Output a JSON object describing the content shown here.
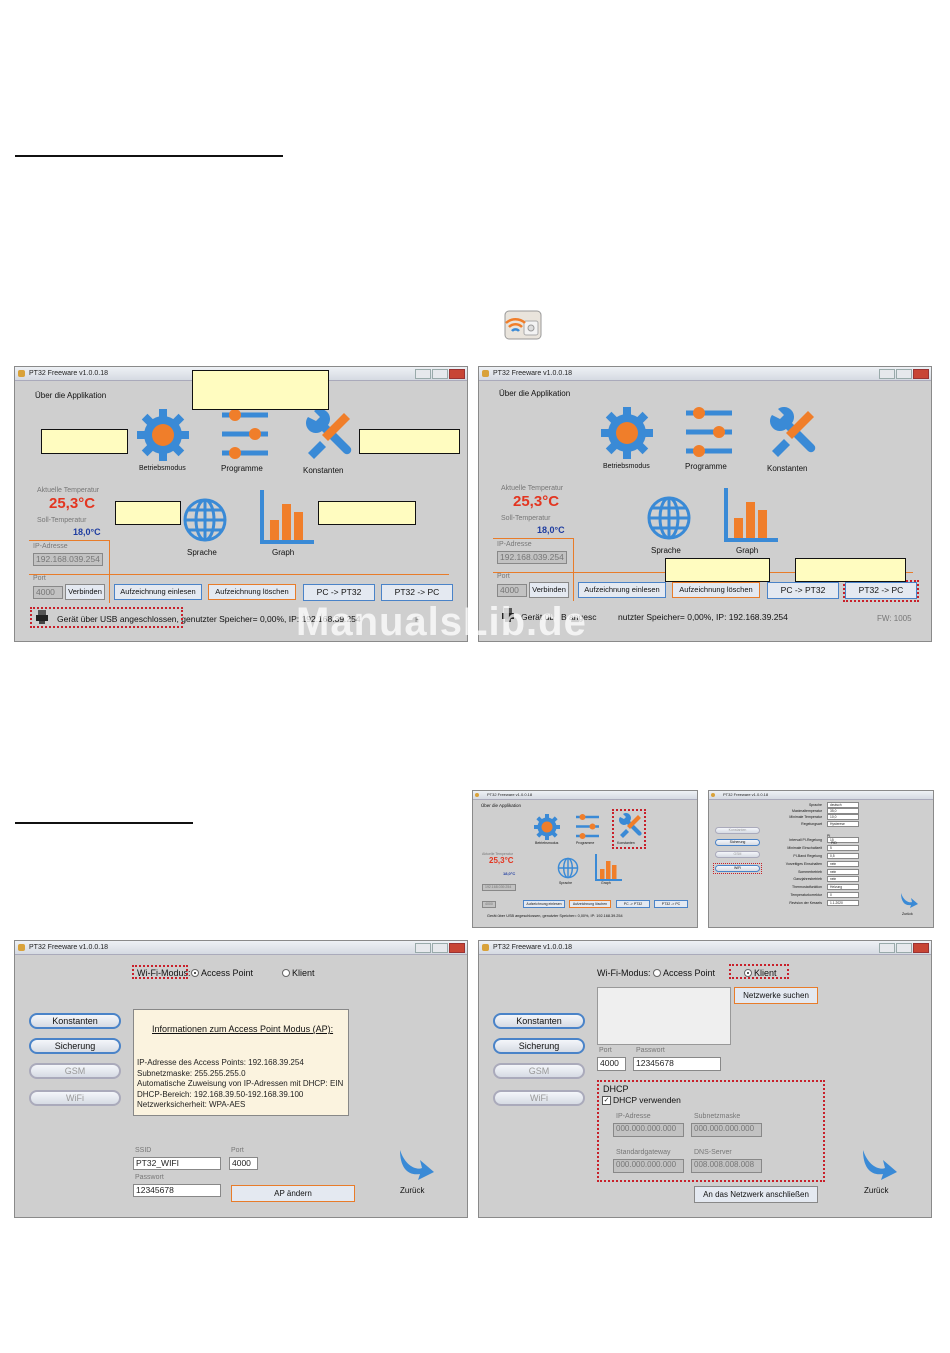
{
  "app": {
    "title": "PT32 Freeware v1.0.0.18",
    "about": "Über die Applikation",
    "icons": {
      "mode": "Betriebsmodus",
      "programs": "Programme",
      "constants": "Konstanten",
      "language": "Sprache",
      "graph": "Graph"
    },
    "actual_temp_label": "Aktuelle Temperatur",
    "actual_temp": "25,3°C",
    "set_temp_label": "Soll-Temperatur",
    "set_temp": "18,0°C",
    "ip_label": "IP-Adresse",
    "ip_value": "192.168.039.254",
    "port_label": "Port",
    "port_value": "4000",
    "connect": "Verbinden",
    "read_log": "Aufzeichnung einlesen",
    "delete_log": "Aufzeichnung löschen",
    "pc_to_pt": "PC -> PT32",
    "pt_to_pc": "PT32 -> PC",
    "status_left": "Gerät über USB angeschlossen, genutzter Speicher= 0,00%, IP: 192.168.39.254",
    "status_right_partial": "Gerät üb",
    "status_right_partial2": "B angesc",
    "status_right_rest": "nutzter Speicher= 0,00%, IP: 192.168.39.254",
    "fw": "FW: 1005",
    "fw_partial": "F"
  },
  "watermark": "ManualsLib.de",
  "wifi": {
    "mode_label": "Wi-Fi-Modus:",
    "ap": "Access Point",
    "client": "Klient",
    "nav": {
      "constants": "Konstanten",
      "backup": "Sicherung",
      "gsm": "GSM",
      "wifi": "WiFi"
    },
    "info_title": "Informationen zum Access Point Modus (AP):",
    "info_lines": [
      "IP-Adresse des Access Points: 192.168.39.254",
      "Subnetzmaske: 255.255.255.0",
      "Automatische Zuweisung von IP-Adressen mit DHCP: EIN",
      "DHCP-Bereich: 192.168.39.50-192.168.39.100",
      "Netzwerksicherheit: WPA-AES"
    ],
    "ssid_label": "SSID",
    "ssid": "PT32_WIFI",
    "port_label": "Port",
    "port": "4000",
    "password_label": "Passwort",
    "password": "12345678",
    "change_ap": "AP ändern",
    "back": "Zurück",
    "search": "Netzwerke suchen",
    "dhcp": "DHCP",
    "dhcp_use": "DHCP verwenden",
    "ip_label": "IP-Adresse",
    "mask_label": "Subnetzmaske",
    "gw_label": "Standardgateway",
    "dns_label": "DNS-Server",
    "zero_ip": "000.000.000.000",
    "dns": "008.008.008.008",
    "connect_net": "An das Netzwerk anschließen"
  },
  "thumb2": {
    "rows": [
      "Sprache",
      "Maximaltemperatur",
      "Minimale Temperatur",
      "Regelungsart",
      "Intervall PI-Regelung",
      "Minimale Einschaltzeit",
      "PI-Band Regelung",
      "Vorzeitiges Einschalten",
      "Sommerbetrieb",
      "Ganzjahresbetrieb",
      "Thermostatfunktion",
      "Temperaturkorrektur",
      "Revision der Kessels"
    ],
    "values": [
      "deutsch",
      "35,0",
      "10,0",
      "Hysterese",
      "15",
      "5",
      "0,5",
      "nein",
      "nein",
      "nein",
      "Heizung",
      "0",
      "1.1.2020"
    ],
    "pi": "PI",
    "pid": "PID",
    "backup": "Sicherung",
    "wifi": "WiFi",
    "back": "Zurück"
  },
  "colors": {
    "orange": "#f07e2a",
    "blue": "#3a8ad6",
    "accent": "#4a83c8"
  }
}
